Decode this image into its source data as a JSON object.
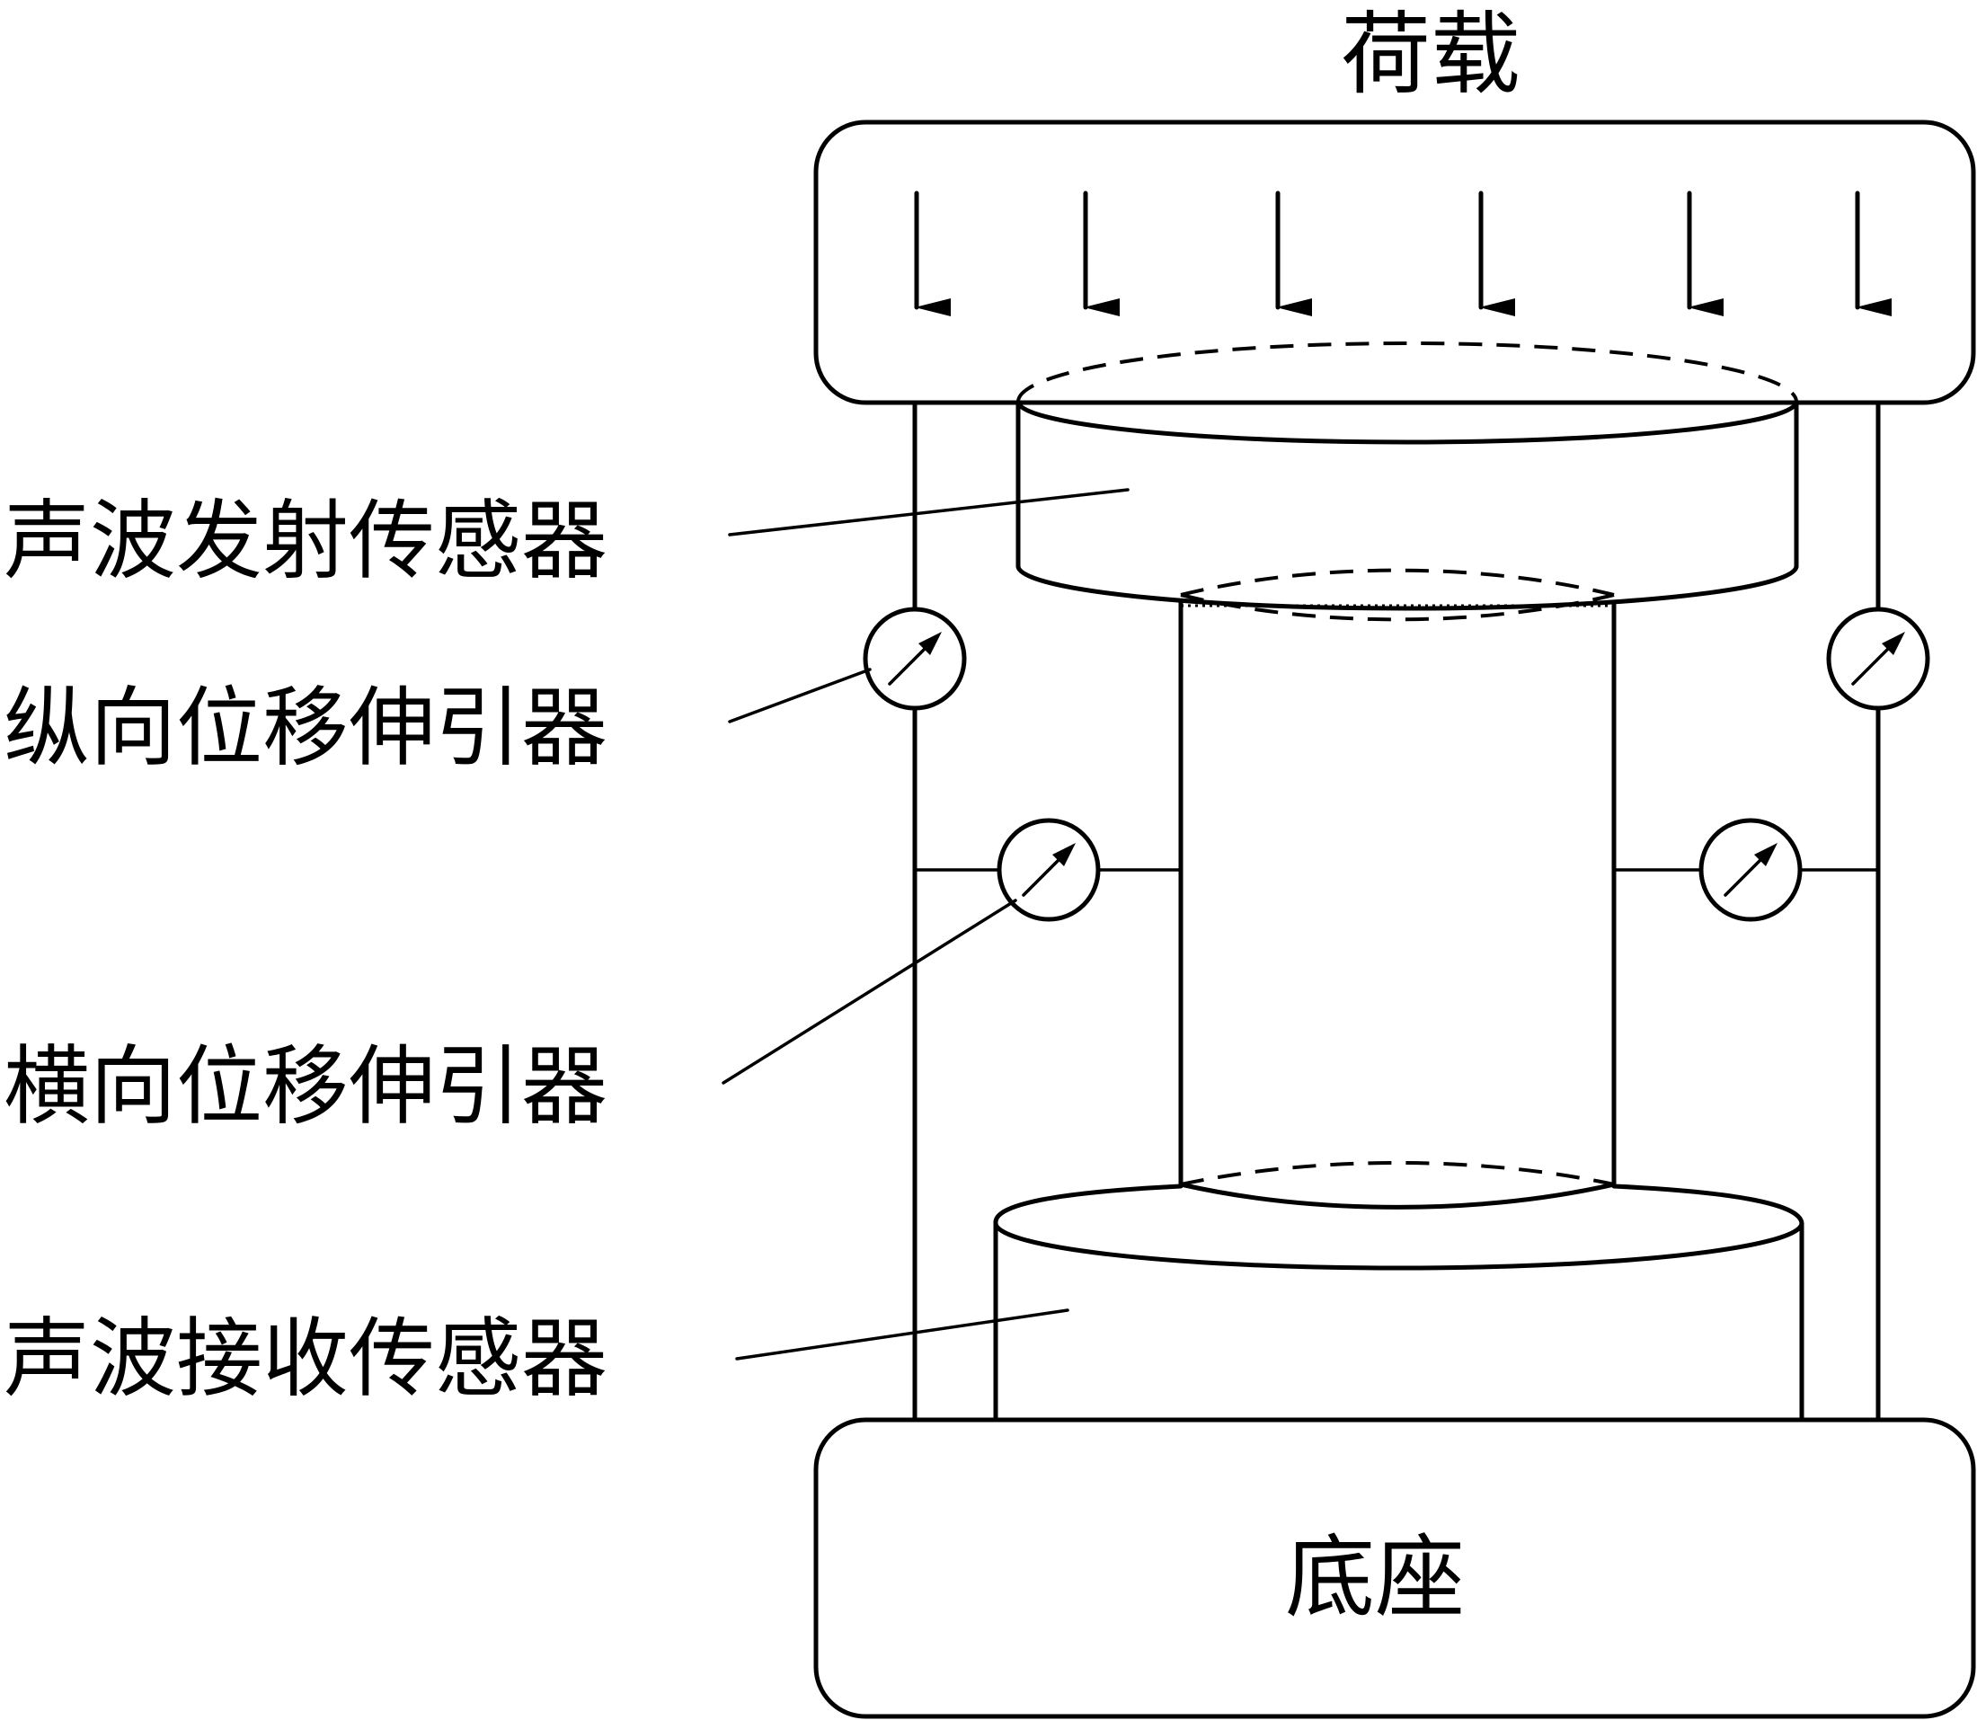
{
  "labels": {
    "load": "荷载",
    "base": "底座",
    "emitter": "声波发射传感器",
    "long_extensometer": "纵向位移伸引器",
    "trans_extensometer": "横向位移伸引器",
    "receiver": "声波接收传感器"
  }
}
